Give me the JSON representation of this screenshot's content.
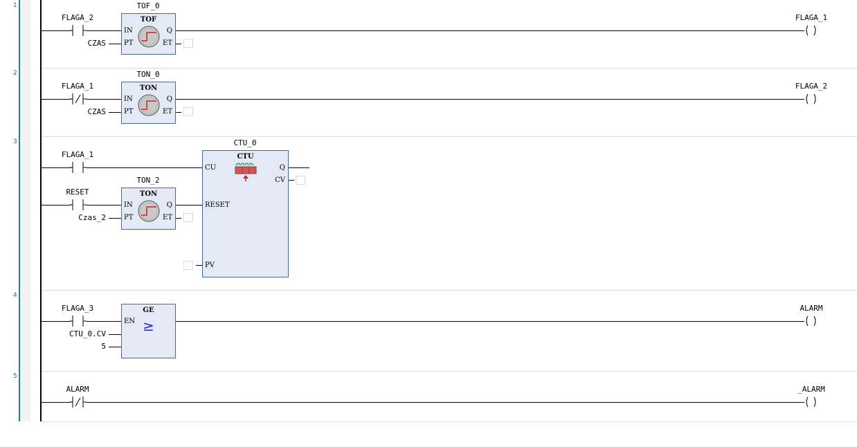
{
  "colors": {
    "rail": "#1c8a7c",
    "wire": "#000000",
    "block_fill": "#e3eaf5",
    "block_border": "#4a6796",
    "timer_trace": "#d42020"
  },
  "rungs": [
    {
      "number": "1",
      "input": "FLAGA_2",
      "instance": "TOF_0",
      "block": "TOF",
      "pin_in": "IN",
      "pin_pt": "PT",
      "pin_q": "Q",
      "pin_et": "ET",
      "pt_var": "CZAS",
      "coil": "FLAGA_1"
    },
    {
      "number": "2",
      "input": "FLAGA_1",
      "instance": "TON_0",
      "block": "TON",
      "pin_in": "IN",
      "pin_pt": "PT",
      "pin_q": "Q",
      "pin_et": "ET",
      "pt_var": "CZAS",
      "coil": "FLAGA_2"
    },
    {
      "number": "3",
      "input_cu": "FLAGA_1",
      "input_reset": "RESET",
      "timer_instance": "TON_2",
      "timer_block": "TON",
      "pin_in": "IN",
      "pin_pt": "PT",
      "pin_q": "Q",
      "pin_et": "ET",
      "timer_pt": "Czas_2",
      "counter_instance": "CTU_0",
      "counter_block": "CTU",
      "counter_icon": "counter-icon",
      "pin_cu": "CU",
      "pin_reset": "RESET",
      "pin_pv": "PV",
      "pin_cq": "Q",
      "pin_cv": "CV"
    },
    {
      "number": "4",
      "input": "FLAGA_3",
      "block": "GE",
      "symbol": "≥",
      "pin_en": "EN",
      "in1": "CTU_0.CV",
      "in2": "5",
      "coil": "ALARM"
    },
    {
      "number": "5",
      "input": "ALARM",
      "coil": "_ALARM"
    }
  ]
}
